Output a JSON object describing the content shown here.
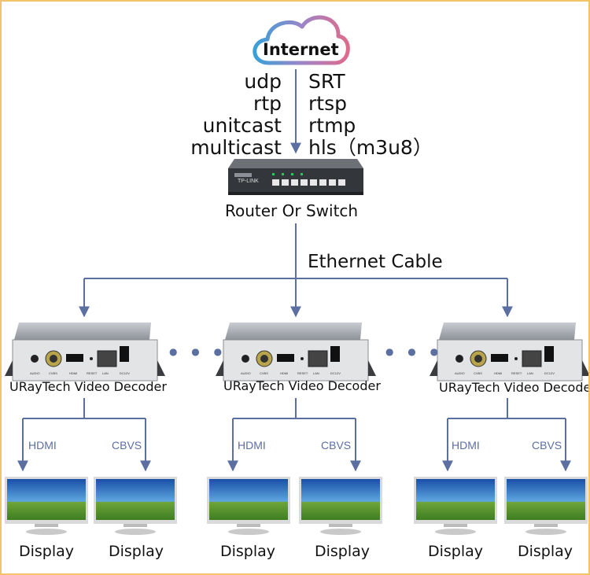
{
  "cloud": {
    "label": "Internet"
  },
  "protocols": {
    "left": [
      "udp",
      "rtp",
      "unitcast",
      "multicast"
    ],
    "right": [
      "SRT",
      "rtsp",
      "rtmp",
      "hls（m3u8）"
    ]
  },
  "router": {
    "brand": "TP-LINK",
    "caption": "Router Or Switch"
  },
  "cable": {
    "label": "Ethernet Cable"
  },
  "decoder": {
    "caption": "URayTech Video Decoder",
    "port_labels": [
      "AUDIO",
      "CVBS",
      "HDMI",
      "RESET",
      "LAN",
      "DC12V"
    ]
  },
  "outputs": {
    "hdmi": "HDMI",
    "cvbs": "CBVS"
  },
  "display": {
    "label": "Display"
  },
  "ellipsis": "● ● ●",
  "colors": {
    "line": "#5b6fa0",
    "border": "#f2c46a",
    "cloud_left": "#3aa0d8",
    "cloud_right": "#e06a8c"
  }
}
